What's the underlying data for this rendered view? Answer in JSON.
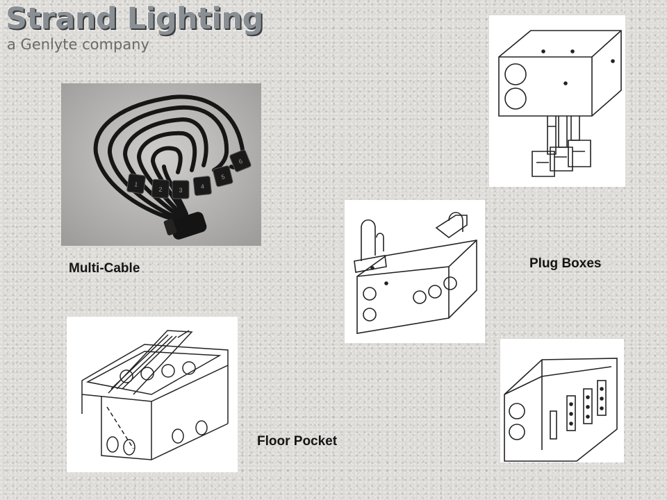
{
  "logo": {
    "brand": "Strand Lighting",
    "tagline": "a Genlyte company"
  },
  "labels": {
    "multi_cable": "Multi-Cable",
    "plug_boxes": "Plug Boxes",
    "floor_pocket": "Floor Pocket"
  },
  "connector_numbers": [
    "1",
    "2",
    "3",
    "4",
    "5",
    "6"
  ]
}
